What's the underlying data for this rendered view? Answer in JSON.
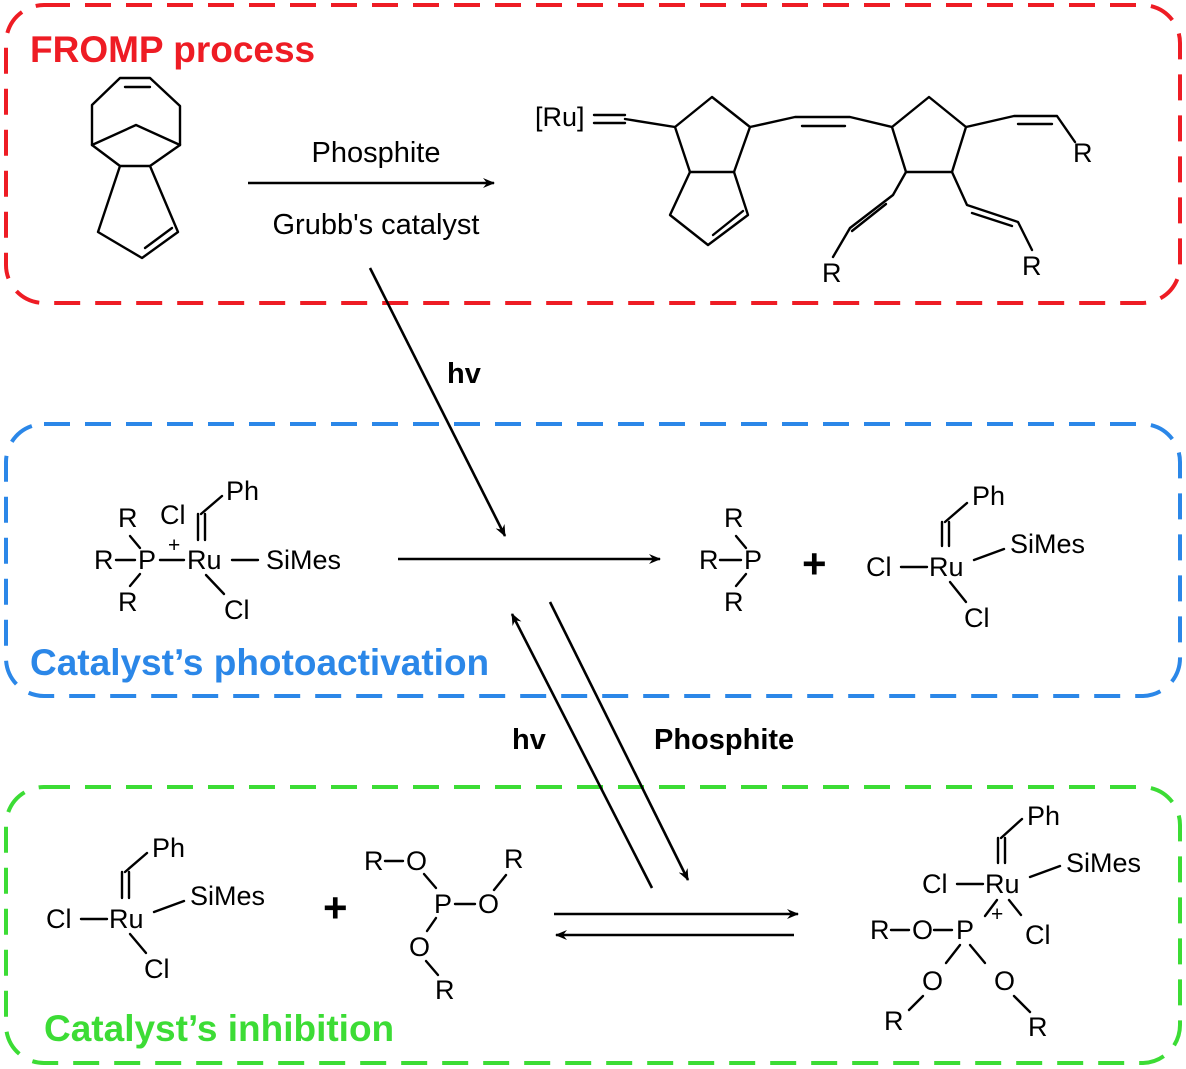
{
  "sections": {
    "fromp": {
      "title": "FROMP process",
      "color": "#ee1c24"
    },
    "photoactivation": {
      "title": "Catalyst’s photoactivation",
      "color": "#2b87e8"
    },
    "inhibition": {
      "title": "Catalyst’s inhibition",
      "color": "#3cdc35"
    }
  },
  "reaction1": {
    "reagent_above": "Phosphite",
    "reagent_below": "Grubb's catalyst"
  },
  "arrows": {
    "hv_top": "hv",
    "hv_bottom": "hv",
    "phosphite_bottom": "Phosphite"
  },
  "plus_sign": "+",
  "atoms": {
    "Ru": "Ru",
    "Ru_bracket": "[Ru]",
    "R": "R",
    "P": "P",
    "O": "O",
    "Cl": "Cl",
    "Ph": "Ph",
    "SiMes": "SiMes",
    "plus_charge": "+"
  }
}
